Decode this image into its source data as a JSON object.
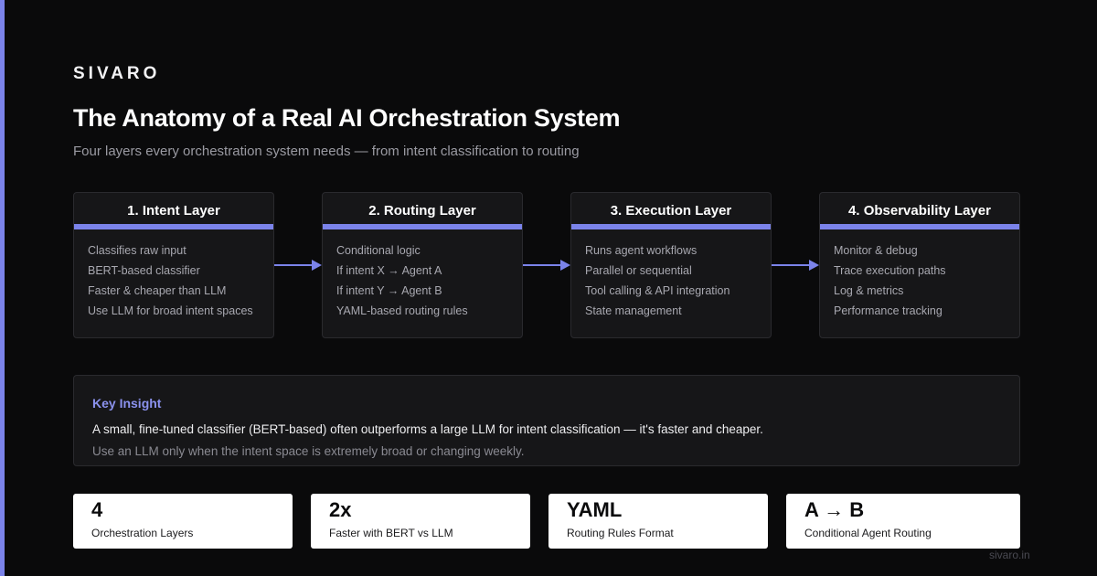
{
  "brand": "SIVARO",
  "title": "The Anatomy of a Real AI Orchestration System",
  "subtitle": "Four layers every orchestration system needs — from intent classification to routing",
  "layers": [
    {
      "heading": "1. Intent Layer",
      "items": [
        "Classifies raw input",
        "BERT-based classifier",
        "Faster & cheaper than LLM",
        "Use LLM for broad intent spaces"
      ]
    },
    {
      "heading": "2. Routing Layer",
      "items": [
        "Conditional logic",
        "If intent X → Agent A",
        "If intent Y → Agent B",
        "YAML-based routing rules"
      ]
    },
    {
      "heading": "3. Execution Layer",
      "items": [
        "Runs agent workflows",
        "Parallel or sequential",
        "Tool calling & API integration",
        "State management"
      ]
    },
    {
      "heading": "4. Observability Layer",
      "items": [
        "Monitor & debug",
        "Trace execution paths",
        "Log & metrics",
        "Performance tracking"
      ]
    }
  ],
  "insight": {
    "label": "Key Insight",
    "main": "A small, fine-tuned classifier (BERT-based) often outperforms a large LLM for intent classification — it's faster and cheaper.",
    "note": "Use an LLM only when the intent space is extremely broad or changing weekly."
  },
  "stats": [
    {
      "value": "4",
      "label": "Orchestration Layers"
    },
    {
      "value": "2x",
      "label": "Faster with BERT vs LLM"
    },
    {
      "value": "YAML",
      "label": "Routing Rules Format"
    },
    {
      "value": "A → B",
      "label": "Conditional Agent Routing"
    }
  ],
  "footer": "sivaro.in",
  "colors": {
    "accent": "#7b83ea",
    "background": "#0a0a0b",
    "card": "#161618",
    "stat_card": "#ffffff"
  }
}
